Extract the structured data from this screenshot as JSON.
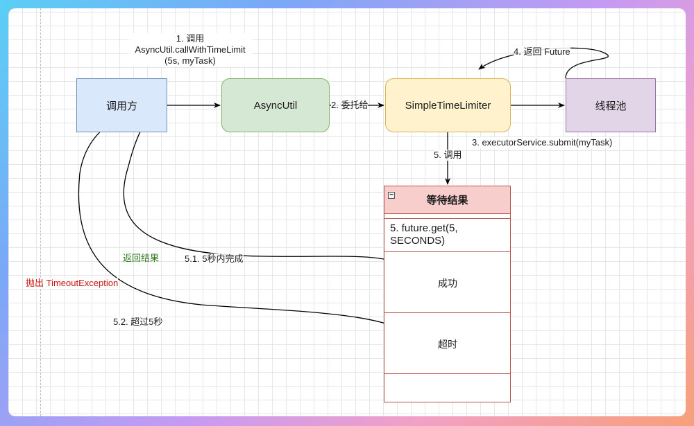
{
  "nodes": {
    "caller": "调用方",
    "async_util": "AsyncUtil",
    "simple_time_limiter": "SimpleTimeLimiter",
    "thread_pool": "线程池"
  },
  "container": {
    "title": "等待结果",
    "collapse_symbol": "−",
    "future_call_line1": "5. future.get(5,",
    "future_call_line2": "SECONDS)",
    "success": "成功",
    "timeout": "超时"
  },
  "edge_labels": {
    "step1_line1": "1. 调用",
    "step1_line2": "AsyncUtil.callWithTimeLimit",
    "step1_line3": "(5s, myTask)",
    "step2": "2. 委托给",
    "step3": "3. executorService.submit(myTask)",
    "step4": "4. 返回 Future",
    "step5": "5. 调用",
    "step5_1": "5.1. 5秒内完成",
    "step5_2": "5.2. 超过5秒",
    "return_result": "返回结果",
    "throw_timeout": "抛出 TimeoutException"
  },
  "colors": {
    "return_result": "#2d7a1f",
    "throw_timeout": "#cc1111",
    "caller_fill": "#dae8fc",
    "async_fill": "#d5e8d4",
    "limiter_fill": "#fff2cc",
    "pool_fill": "#e1d5e7",
    "container_fill": "#f8cecc"
  }
}
